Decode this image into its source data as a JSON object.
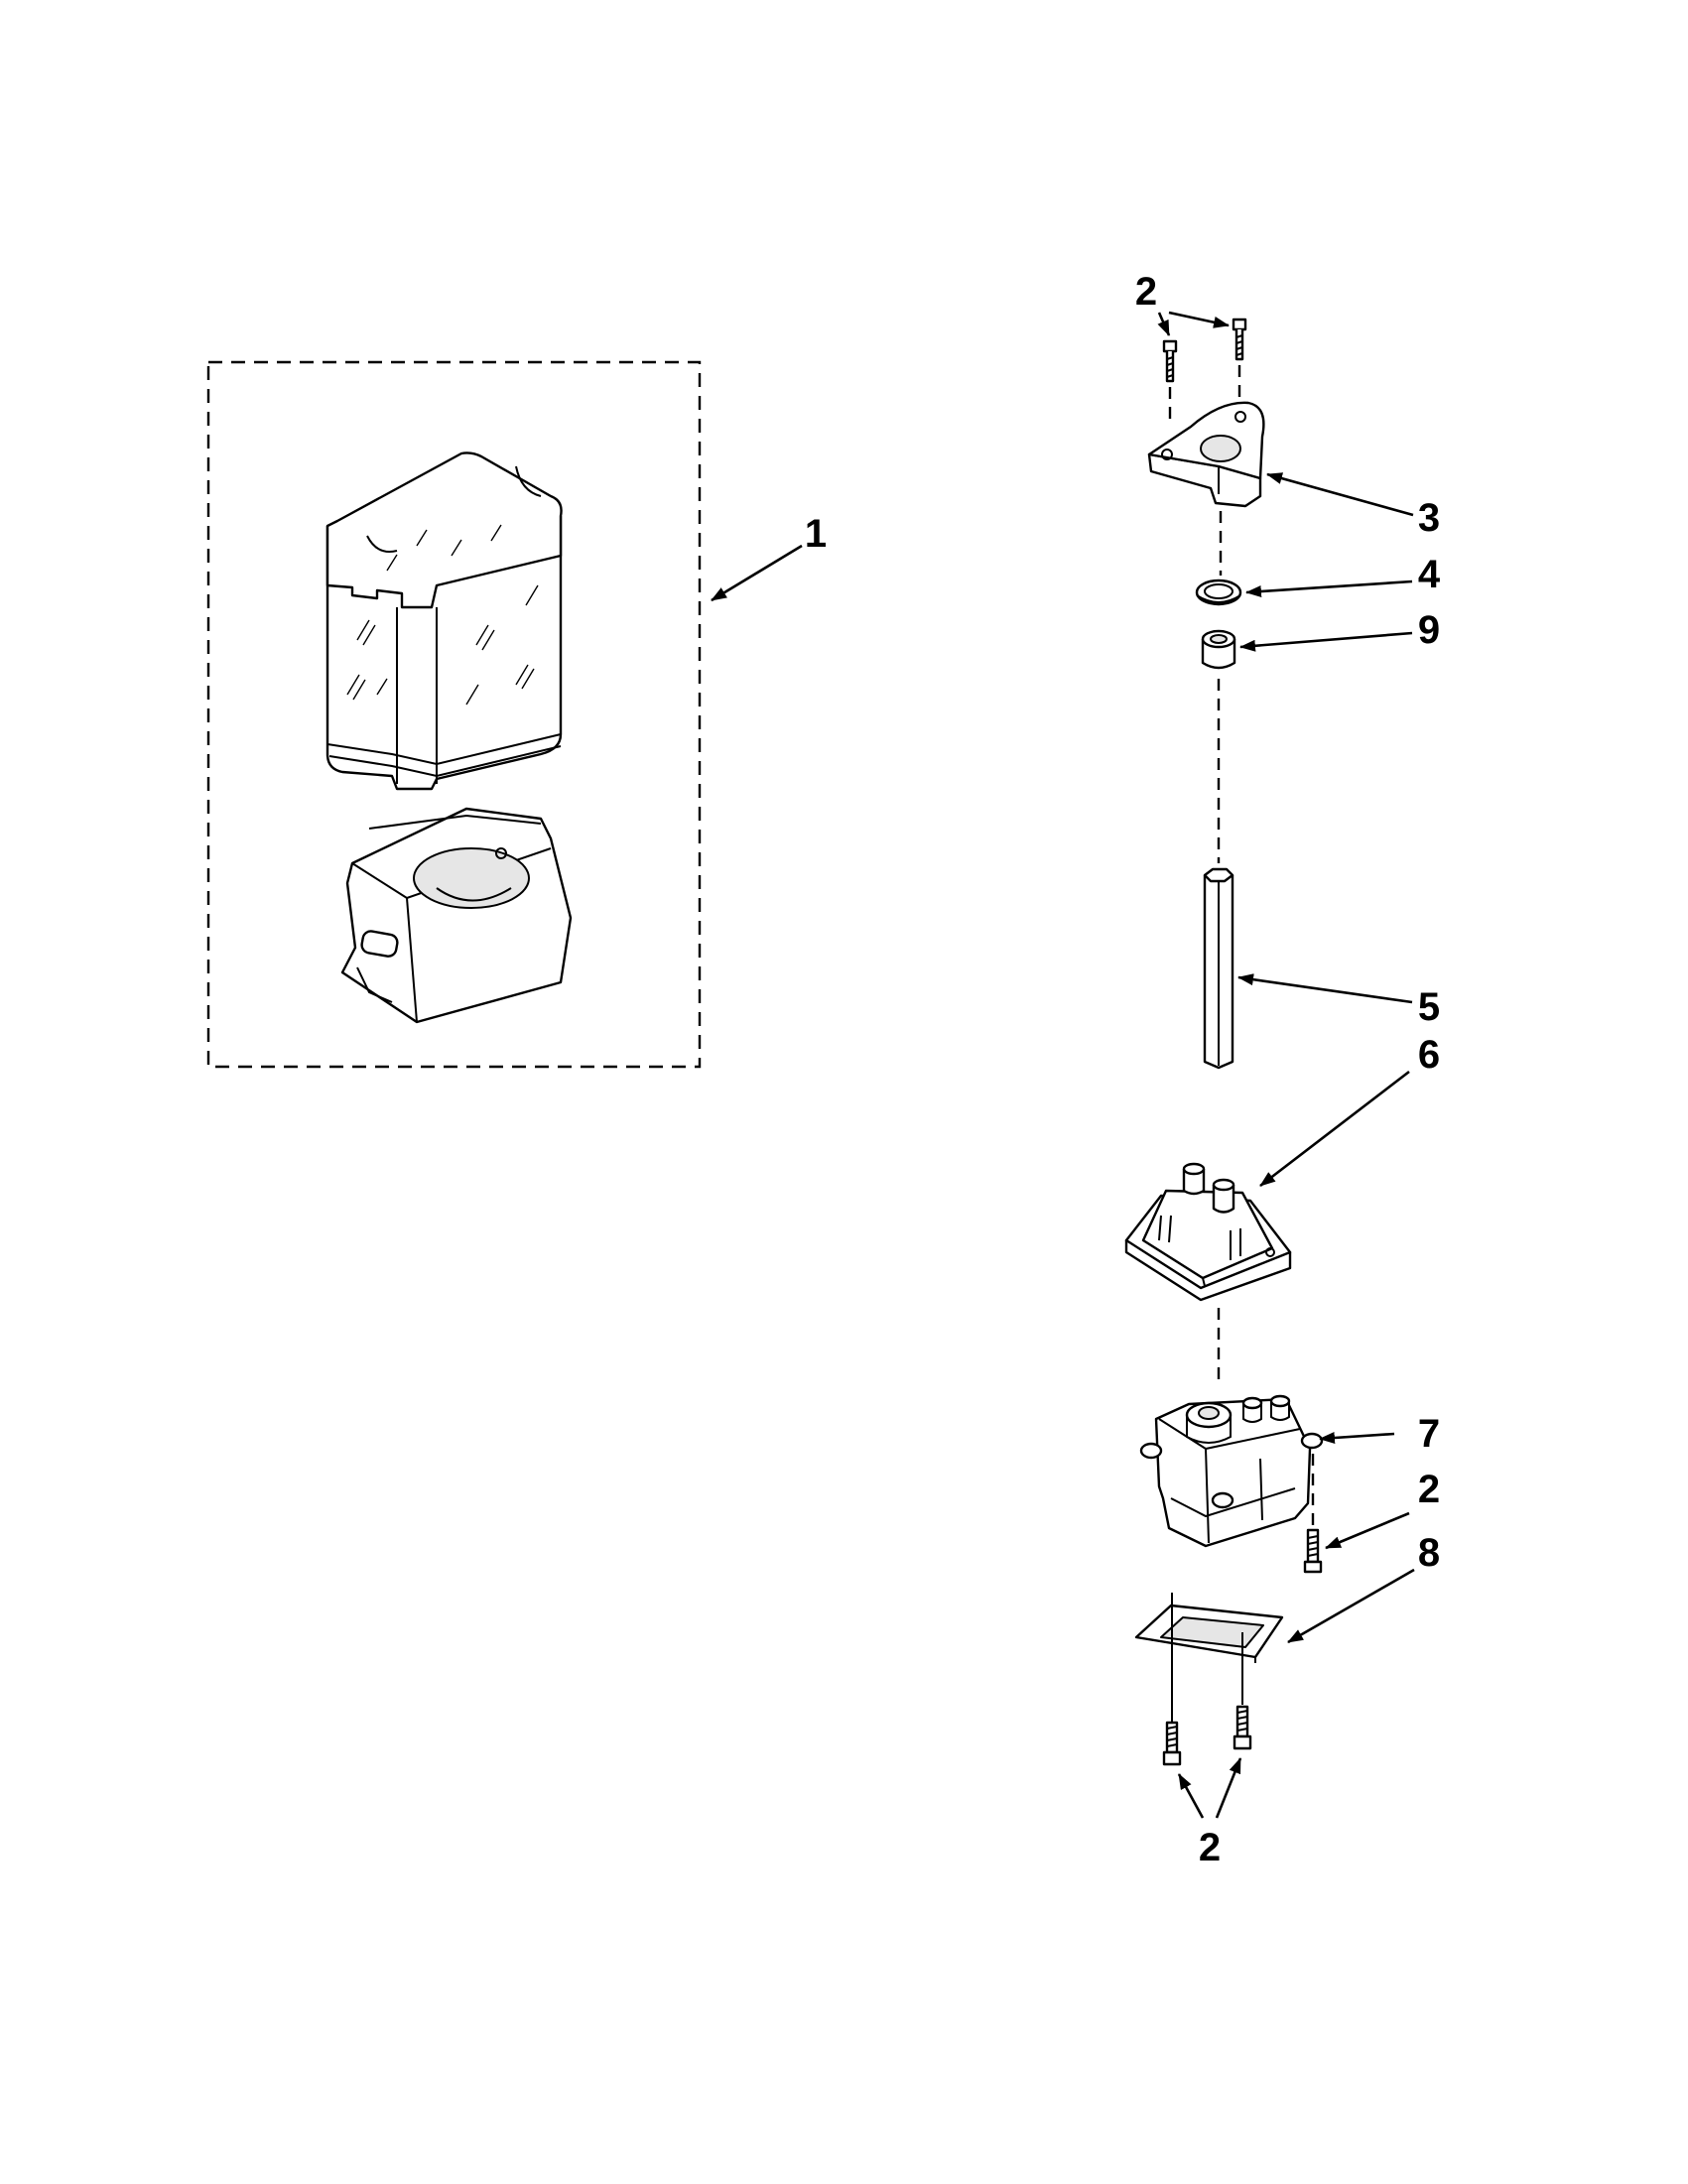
{
  "labels": {
    "kit": "1",
    "screw_top": "2",
    "bracket": "3",
    "washer": "4",
    "shaft": "5",
    "cover": "6",
    "motor": "7",
    "screw_motor": "2",
    "gasket": "8",
    "screw_bottom": "2",
    "bushing": "9"
  }
}
